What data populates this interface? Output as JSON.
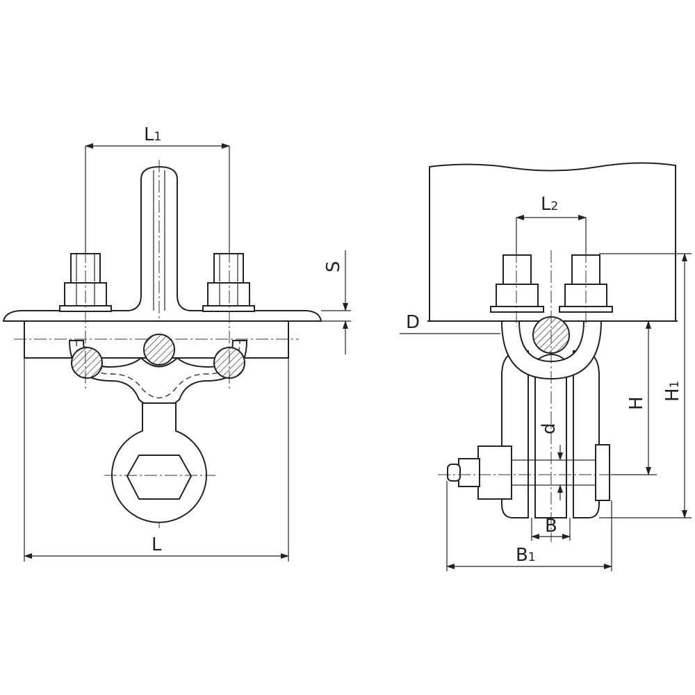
{
  "labels": {
    "L1": {
      "main": "L",
      "sub": "1"
    },
    "S": {
      "main": "S"
    },
    "L": {
      "main": "L"
    },
    "L2": {
      "main": "L",
      "sub": "2"
    },
    "D": {
      "main": "D"
    },
    "H": {
      "main": "H"
    },
    "H1": {
      "main": "H",
      "sub": "1"
    },
    "d": {
      "main": "d"
    },
    "B": {
      "main": "B"
    },
    "B1": {
      "main": "B",
      "sub": "1"
    }
  },
  "colors": {
    "line": "#222222",
    "background": "#ffffff"
  }
}
